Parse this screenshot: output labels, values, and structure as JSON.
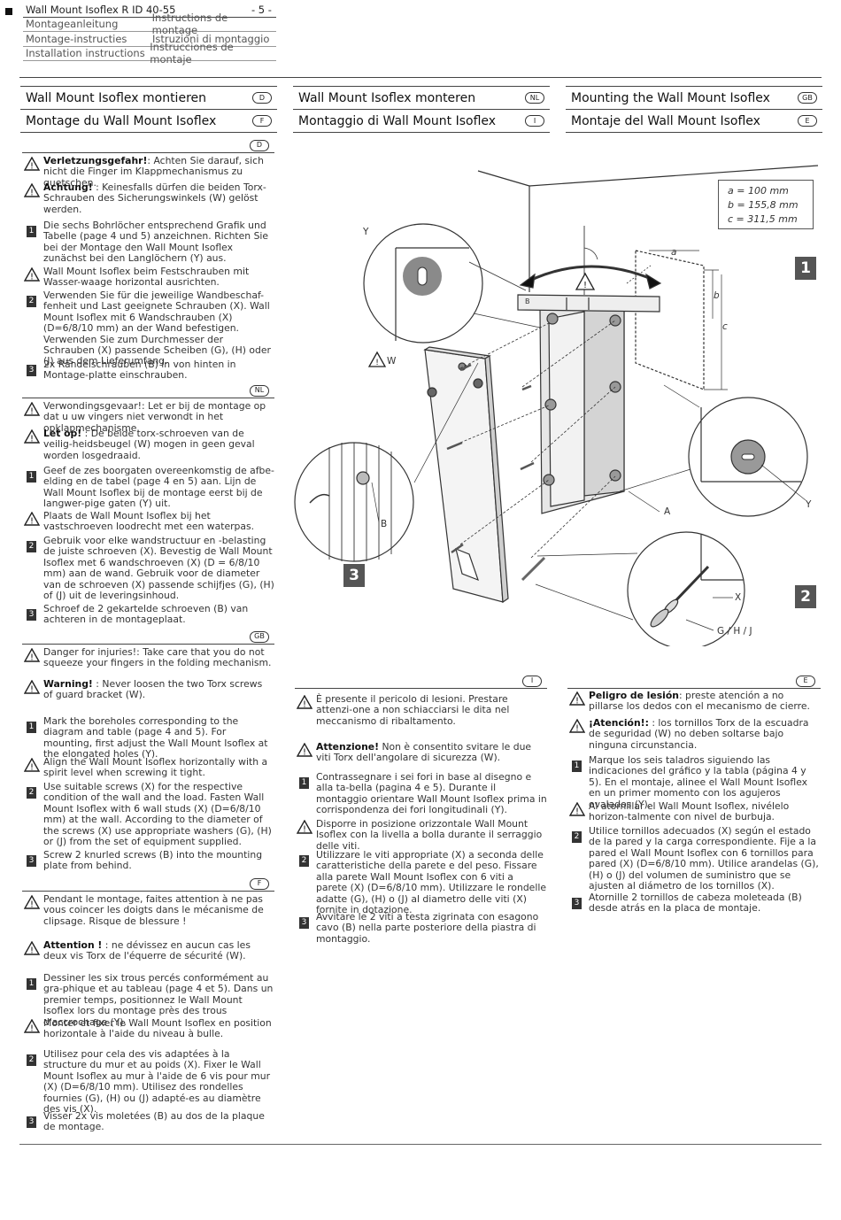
{
  "header": {
    "title": "Wall Mount Isoflex R ID 40-55",
    "page": "- 5 -",
    "rows": [
      [
        "Montageanleitung",
        "Instructions de montage"
      ],
      [
        "Montage-instructies",
        "Istruzioni di montaggio"
      ],
      [
        "Installation instructions",
        "Instrucciones de montaje"
      ]
    ]
  },
  "titles": [
    {
      "text": "Wall Mount Isoflex montieren",
      "badge": "D"
    },
    {
      "text": "Montage du Wall Mount Isoflex",
      "badge": "F"
    },
    {
      "text": "Wall Mount Isoflex monteren",
      "badge": "NL"
    },
    {
      "text": "Montaggio di Wall Mount Isoflex",
      "badge": "I"
    },
    {
      "text": "Mounting the Wall Mount Isoflex",
      "badge": "GB"
    },
    {
      "text": "Montaje del Wall Mount Isoflex",
      "badge": "E"
    }
  ],
  "sections": {
    "D": {
      "badge": "D",
      "items": [
        {
          "icon": "warn",
          "bold": "Verletzungsgefahr!",
          "text": ": Achten Sie darauf, sich nicht die Finger im Klappmechanismus zu quetschen."
        },
        {
          "icon": "warn",
          "bold": "Achtung!",
          "text": " : Keinesfalls dürfen die beiden Torx-Schrauben des Sicherungswinkels (W) gelöst werden."
        },
        {
          "icon": "1",
          "bold": "",
          "text": "Die sechs Bohrlöcher entsprechend Grafik und Tabelle (page 4 und 5) anzeichnen. Richten Sie bei der Montage den Wall Mount Isoflex zunächst bei den Langlöchern (Y) aus."
        },
        {
          "icon": "warn",
          "bold": "",
          "text": "Wall Mount Isoflex beim Festschrauben mit Wasser-waage horizontal ausrichten."
        },
        {
          "icon": "2",
          "bold": "",
          "text": "Verwenden Sie für die jeweilige Wandbeschaf-fenheit und Last geeignete Schrauben (X). Wall Mount Isoflex mit 6 Wandschrauben (X) (D=6/8/10 mm) an der Wand befestigen. Verwenden Sie zum Durchmesser der Schrauben (X) passende Scheiben (G), (H) oder (J) aus dem Lieferumfang."
        },
        {
          "icon": "3",
          "bold": "",
          "text": "2x Rändelschrauben (B) in von hinten in Montage-platte einschrauben."
        }
      ]
    },
    "NL": {
      "badge": "NL",
      "items": [
        {
          "icon": "warn",
          "bold": "",
          "text": "Verwondingsgevaar!: Let er bij de montage op dat u uw vingers niet verwondt in het opklapmechanisme."
        },
        {
          "icon": "warn",
          "bold": "Let op!",
          "text": " : De beide torx-schroeven van de veilig-heidsbeugel (W) mogen in geen geval worden losgedraaid."
        },
        {
          "icon": "1",
          "bold": "",
          "text": "Geef de zes boorgaten overeenkomstig de afbe-elding en de tabel (page 4 en 5) aan. Lijn de Wall Mount Isoflex bij de montage eerst bij de langwer-pige gaten (Y) uit."
        },
        {
          "icon": "warn",
          "bold": "",
          "text": "Plaats de Wall Mount Isoflex bij het vastschroeven loodrecht met een waterpas."
        },
        {
          "icon": "2",
          "bold": "",
          "text": "Gebruik voor elke wandstructuur en -belasting de juiste schroeven (X). Bevestig de Wall Mount Isoflex met 6 wandschroeven (X) (D = 6/8/10 mm) aan de wand. Gebruik voor de diameter van de schroeven (X) passende schijfjes (G), (H) of (J) uit de leveringsinhoud."
        },
        {
          "icon": "3",
          "bold": "",
          "text": "Schroef de 2 gekartelde schroeven (B) van achteren in de montageplaat."
        }
      ]
    },
    "GB": {
      "badge": "GB",
      "items": [
        {
          "icon": "warn",
          "bold": "",
          "text": "Danger for injuries!: Take care that you do not squeeze your fingers in the folding mechanism."
        },
        {
          "icon": "warn",
          "bold": "Warning!",
          "text": " : Never loosen the two Torx screws of guard bracket (W)."
        },
        {
          "icon": "1",
          "bold": "",
          "text": "Mark the boreholes corresponding to the diagram and table (page 4 and 5). For mounting, first adjust the Wall Mount Isoflex at the elongated holes (Y)."
        },
        {
          "icon": "warn",
          "bold": "",
          "text": "Align the Wall Mount Isoflex horizontally with a spirit level when screwing it tight."
        },
        {
          "icon": "2",
          "bold": "",
          "text": "Use suitable screws (X) for the respective condition of the wall and the load. Fasten Wall Mount Isoflex with 6 wall studs (X) (D=6/8/10 mm) at the wall. According to the diameter of the screws (X) use appropriate washers (G), (H) or (J) from the set of equipment supplied."
        },
        {
          "icon": "3",
          "bold": "",
          "text": "Screw 2 knurled screws (B) into the mounting plate from behind."
        }
      ]
    },
    "F": {
      "badge": "F",
      "items": [
        {
          "icon": "warn",
          "bold": "",
          "text": "Pendant le montage, faites attention à ne pas vous coincer les doigts dans le mécanisme de clipsage. Risque de blessure !"
        },
        {
          "icon": "warn",
          "bold": "Attention !",
          "text": " : ne dévissez en aucun cas les deux vis Torx de l'équerre de sécurité (W)."
        },
        {
          "icon": "1",
          "bold": "",
          "text": "Dessiner les six trous percés conformément au gra-phique et au tableau (page 4 et 5). Dans un premier temps, positionnez le Wall Mount Isoflex lors du montage près des trous d'accrochage (Y)."
        },
        {
          "icon": "warn",
          "bold": "",
          "text": "Monter et fixer le Wall Mount Isoflex en position horizontale à l'aide du niveau à bulle."
        },
        {
          "icon": "2",
          "bold": "",
          "text": "Utilisez pour cela des vis adaptées à la structure du mur et au poids (X). Fixer le Wall Mount Isoflex au mur à l'aide de 6 vis pour mur (X) (D=6/8/10 mm). Utilisez des rondelles fournies (G), (H) ou (J) adapté-es au diamètre des vis (X)."
        },
        {
          "icon": "3",
          "bold": "",
          "text": "Visser 2x vis moletées (B) au dos de la plaque de montage."
        }
      ]
    },
    "I": {
      "badge": "I",
      "items": [
        {
          "icon": "warn",
          "bold": "",
          "text": "È presente il pericolo di lesioni. Prestare attenzi-one a non schiacciarsi le dita nel meccanismo di ribaltamento."
        },
        {
          "icon": "warn",
          "bold": "Attenzione!",
          "text": " Non è consentito svitare le due viti Torx dell'angolare di sicurezza (W)."
        },
        {
          "icon": "1",
          "bold": "",
          "text": "Contrassegnare i sei fori in base al disegno e alla ta-bella (pagina 4 e 5). Durante il montaggio orientare Wall Mount Isoflex prima in corrispondenza dei fori longitudinali (Y)."
        },
        {
          "icon": "warn",
          "bold": "",
          "text": "Disporre in posizione orizzontale Wall Mount Isoflex con la livella a bolla durante il serraggio delle viti."
        },
        {
          "icon": "2",
          "bold": "",
          "text": "Utilizzare le viti appropriate (X) a seconda delle caratteristiche della parete e del peso. Fissare alla parete Wall Mount Isoflex con 6 viti a parete (X) (D=6/8/10 mm). Utilizzare le rondelle adatte (G), (H) o (J) al diametro delle viti (X) fornite in dotazione."
        },
        {
          "icon": "3",
          "bold": "",
          "text": "Avvitare le 2 viti a testa zigrinata con esagono cavo (B) nella parte posteriore della piastra di montaggio."
        }
      ]
    },
    "E": {
      "badge": "E",
      "items": [
        {
          "icon": "warn",
          "bold": "Peligro de lesión",
          "text": ": preste atención a no pillarse los dedos con el mecanismo de cierre."
        },
        {
          "icon": "warn",
          "bold": "¡Atención!:",
          "text": " : los tornillos Torx de la escuadra de seguridad (W) no deben soltarse bajo ninguna circunstancia."
        },
        {
          "icon": "1",
          "bold": "",
          "text": "Marque los seis taladros siguiendo las indicaciones del gráfico y la tabla (página 4 y 5). En el montaje, alinee el Wall Mount Isoflex en un primer momento con los agujeros ovalados (Y)."
        },
        {
          "icon": "warn",
          "bold": "",
          "text": "Al atornillar el Wall Mount Isoflex, nivélelo horizon-talmente con nivel de burbuja."
        },
        {
          "icon": "2",
          "bold": "",
          "text": "Utilice tornillos adecuados (X) según el estado de la pared y la carga correspondiente. Fije a la pared el Wall Mount Isoflex con 6 tornillos para pared (X) (D=6/8/10 mm). Utilice arandelas (G), (H) o (J) del volumen de suministro que se ajusten al diámetro de los tornillos (X)."
        },
        {
          "icon": "3",
          "bold": "",
          "text": "Atornille 2 tornillos de cabeza moleteada (B) desde atrás en la placa de montaje."
        }
      ]
    }
  },
  "figure": {
    "dims": [
      "a =     100 mm",
      "b =  155,8 mm",
      "c =  311,5 mm"
    ],
    "step_numbers": [
      "1",
      "2",
      "3"
    ],
    "labels": {
      "Y1": "Y",
      "W": "W",
      "B": "B",
      "A": "A",
      "Y2": "Y",
      "X": "X",
      "GHJ": "G / H / J",
      "a": "a",
      "b": "b",
      "c": "c",
      "Bp": "B"
    }
  }
}
